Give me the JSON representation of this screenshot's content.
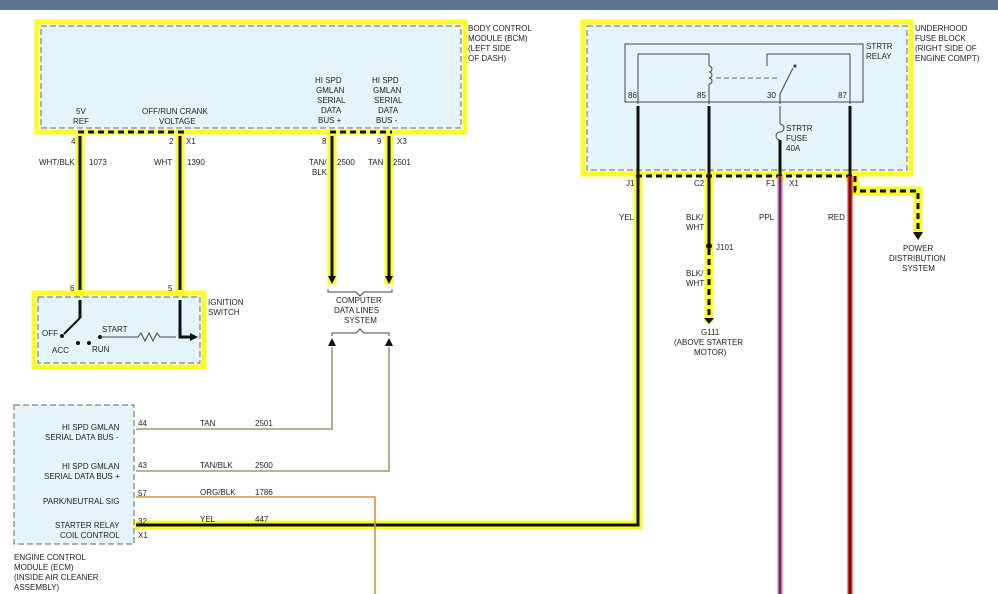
{
  "bcm": {
    "title_lines": [
      "BODY CONTROL",
      "MODULE (BCM)",
      "(LEFT SIDE",
      "OF DASH)"
    ],
    "pin_5v_ref": [
      "5V",
      "REF"
    ],
    "pin_crank": [
      "OFF/RUN CRANK",
      "VOLTAGE"
    ],
    "pin_bus_plus": [
      "HI SPD",
      "GMLAN",
      "SERIAL",
      "DATA",
      "BUS +"
    ],
    "pin_bus_minus": [
      "HI SPD",
      "GMLAN",
      "SERIAL",
      "DATA",
      "BUS -"
    ],
    "pin_numbers": [
      "4",
      "2",
      "8",
      "9"
    ],
    "connectors": [
      "X1",
      "X3"
    ]
  },
  "fuse_block": {
    "title_lines": [
      "UNDERHOOD",
      "FUSE BLOCK",
      "(RIGHT SIDE OF",
      "ENGINE COMPT)"
    ],
    "relay_label": [
      "STRTR",
      "RELAY"
    ],
    "relay_pins": [
      "86",
      "85",
      "30",
      "87"
    ],
    "fuse_label": [
      "STRTR",
      "FUSE",
      "40A"
    ],
    "connector_pins": [
      "J1",
      "C2",
      "F1",
      "X1"
    ]
  },
  "wires": {
    "w1073": {
      "color": "WHT/BLK",
      "circuit": "1073"
    },
    "w1390": {
      "color": "WHT",
      "circuit": "1390"
    },
    "w2500_top": {
      "color": [
        "TAN/",
        "BLK"
      ],
      "circuit": "2500"
    },
    "w2501_top": {
      "color": "TAN",
      "circuit": "2501"
    },
    "yel": "YEL",
    "blkwht1": [
      "BLK/",
      "WHT"
    ],
    "blkwht2": [
      "BLK/",
      "WHT"
    ],
    "ppl": "PPL",
    "red": "RED"
  },
  "ignition": {
    "label": [
      "IGNITION",
      "SWITCH"
    ],
    "pins": [
      "6",
      "5"
    ],
    "positions": [
      "OFF",
      "START",
      "ACC",
      "RUN"
    ]
  },
  "computer_data": [
    "COMPUTER",
    "DATA LINES",
    "SYSTEM"
  ],
  "splice": "J101",
  "ground": [
    "G111",
    "(ABOVE STARTER",
    "MOTOR)"
  ],
  "power_dist": [
    "POWER",
    "DISTRIBUTION",
    "SYSTEM"
  ],
  "ecm": {
    "title_lines": [
      "ENGINE CONTROL",
      "MODULE (ECM)",
      "(INSIDE AIR CLEANER",
      "ASSEMBLY)"
    ],
    "rows": [
      {
        "label": [
          "HI SPD GMLAN",
          "SERIAL DATA BUS -"
        ],
        "pin": "44",
        "color": "TAN",
        "circuit": "2501"
      },
      {
        "label": [
          "HI SPD GMLAN",
          "SERIAL DATA BUS +"
        ],
        "pin": "43",
        "color": "TAN/BLK",
        "circuit": "2500"
      },
      {
        "label": [
          "PARK/NEUTRAL SIG"
        ],
        "pin": "57",
        "color": "ORG/BLK",
        "circuit": "1786"
      },
      {
        "label": [
          "STARTER RELAY",
          "COIL CONTROL"
        ],
        "pin": "32",
        "color": "YEL",
        "circuit": "447"
      }
    ],
    "connector": "X1"
  },
  "colors": {
    "highlight": "#fbfb2a",
    "module_fill": "#e3f4fb",
    "wire_tan": "#a49a6c",
    "wire_org": "#d8923e",
    "wire_ppl": "#d060b0",
    "wire_red": "#e02020"
  }
}
